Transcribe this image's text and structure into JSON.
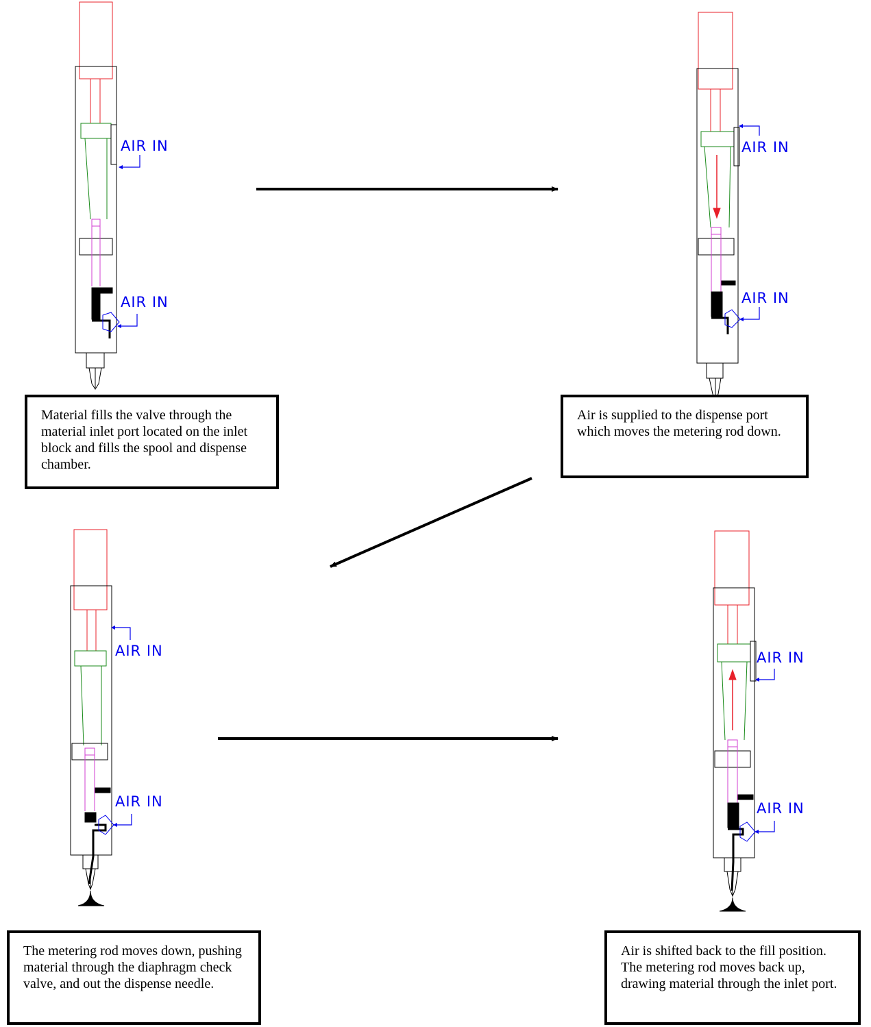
{
  "labels": {
    "air_in": "AIR IN"
  },
  "steps": [
    {
      "caption": "Material fills the valve through the material inlet port located on the inlet block and fills the spool and dispense chamber."
    },
    {
      "caption": "Air is supplied to the dispense port which moves the metering rod down."
    },
    {
      "caption": "The metering rod moves down, pushing material through the diaphragm check valve, and out the dispense needle."
    },
    {
      "caption": "Air is shifted back to the fill position.  The metering rod moves back up, drawing material through the inlet port."
    }
  ],
  "colors": {
    "body": "#000000",
    "actuator": "#e8202a",
    "piston": "#1a8a1a",
    "metering_rod": "#d23cd2",
    "air_port": "#0000ee",
    "flow_arrow": "#000000"
  }
}
